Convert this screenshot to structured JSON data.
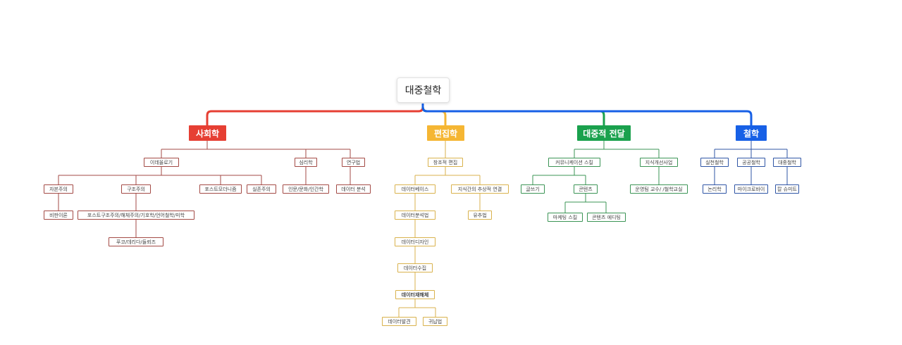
{
  "root": "대중철학",
  "colors": {
    "sociology": "#e63f33",
    "editing": "#f5b633",
    "communication": "#1aa14d",
    "philosophy": "#1760e6",
    "sociology_line": "#a34a45",
    "editing_line": "#d9b24d",
    "communication_line": "#3b9455",
    "philosophy_line": "#2f55a5"
  },
  "categories": {
    "sociology": "사회학",
    "editing": "편집학",
    "communication": "대중적 전달",
    "philosophy": "철학"
  },
  "sociology": {
    "ideology": "이데올로기",
    "capitalism": "자본주의",
    "critical_theory": "비판이론",
    "structuralism": "구조주의",
    "structuralism_detail": "포스트구조주의/해체주의/기호학/언어철학/미학",
    "structuralism_sub": "푸코/데리다/들뢰즈",
    "postmodernism": "포스트모더니즘",
    "existentialism": "실존주의",
    "psychology": "심리학",
    "psychology_detail": "인문/문화/인간학",
    "research_method": "연구법",
    "data_analysis": "데이터 분석"
  },
  "editing": {
    "creative_editing": "창조적 편집",
    "database": "데이터베이스",
    "data_collection": "데이터분석법",
    "data_structuring": "데이터디자인",
    "data_selection": "데이터수집",
    "data_editing": "데이터재해체",
    "data_discovery": "데이터발견",
    "induction": "귀납법",
    "knowledge_link": "지식간의 추상적 연결",
    "deduction": "유추법"
  },
  "communication": {
    "comm_skills": "커뮤니케이션 스킬",
    "writing": "글쓰기",
    "content": "콘텐츠",
    "marketing_skill": "마케팅 스킬",
    "content_editing": "콘텐츠 에디팅",
    "knowledge_service": "지식개선사업",
    "knowledge_service_detail": "운영팀 교수/ /철학교실"
  },
  "philosophy": {
    "practical": "실천철학",
    "logic": "논리학",
    "public": "공공철학",
    "microbiology": "마이크로바이",
    "popular": "대중철학",
    "thinkers": "칼 슈미트"
  }
}
